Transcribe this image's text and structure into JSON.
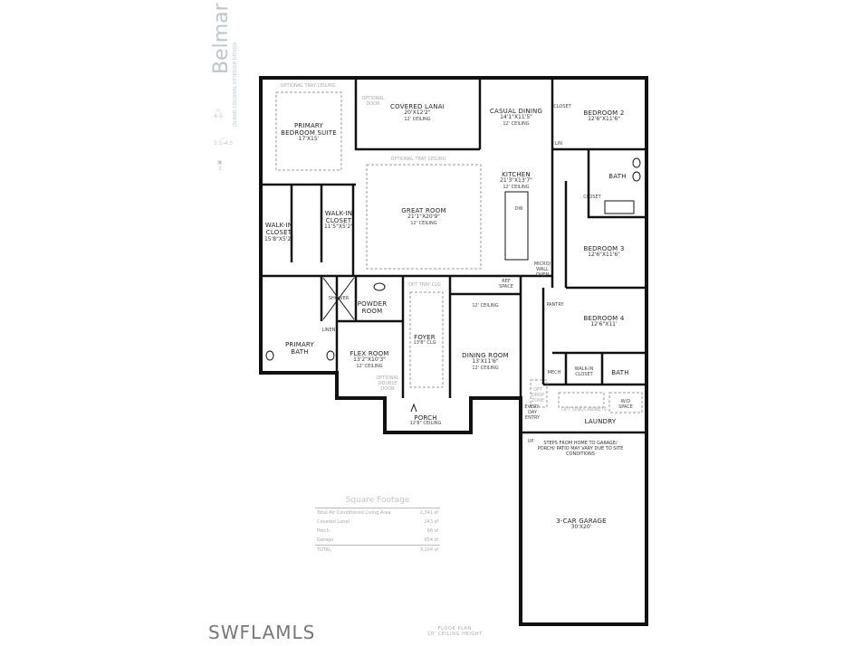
{
  "header": {
    "title": "Belmar",
    "subtitle": "ISLAND COLONIAL EXTERIOR DESIGN"
  },
  "specs": [
    {
      "icon": "bed-icon",
      "value": "4-5"
    },
    {
      "icon": "bathtub-icon",
      "value": "3.5-4.5"
    },
    {
      "icon": "garage-icon",
      "value": "3"
    }
  ],
  "rooms": {
    "primary_bedroom": {
      "name": "PRIMARY BEDROOM SUITE",
      "dim": "17'X15'",
      "note": "OPTIONAL TRAY CEILING"
    },
    "covered_lanai": {
      "name": "COVERED LANAI",
      "dim": "20'X12'2\"",
      "ceiling": "12' CEILING"
    },
    "optional_door": "OPTIONAL DOOR",
    "casual_dining": {
      "name": "CASUAL DINING",
      "dim": "14'1\"X11'5\"",
      "ceiling": "12' CEILING"
    },
    "bedroom2": {
      "name": "BEDROOM 2",
      "dim": "12'6\"X11'6\""
    },
    "closet": "CLOSET",
    "lin": "LIN",
    "bath": "BATH",
    "kitchen": {
      "name": "KITCHEN",
      "dim": "21'3\"X13'7\"",
      "ceiling": "12' CEILING"
    },
    "dw": "DW",
    "great_room": {
      "name": "GREAT ROOM",
      "dim": "21'1\"X20'9\"",
      "ceiling": "12' CEILING",
      "note": "OPTIONAL TRAY CEILING"
    },
    "wic1": {
      "name": "WALK-IN CLOSET",
      "dim": "15'8\"X5'2\""
    },
    "wic2": {
      "name": "WALK-IN CLOSET",
      "dim": "11'5\"X5'2\""
    },
    "bedroom3": {
      "name": "BEDROOM 3",
      "dim": "12'6\"X11'6\""
    },
    "micro_wall_oven": "MICRO/ WALL OVEN",
    "ref_space": "REF SPACE",
    "opt_tray_clg": "OPT TRAY CLG",
    "twelve_ceiling": "12' CEILING",
    "shower": "SHOWER",
    "powder_room": "POWDER ROOM",
    "pantry": "PANTRY",
    "bedroom4": {
      "name": "BEDROOM 4",
      "dim": "12'6\"X11'"
    },
    "linen": "LINEN",
    "primary_bath": "PRIMARY BATH",
    "flex_room": {
      "name": "FLEX ROOM",
      "dim": "13'2\"X10'3\"",
      "ceiling": "12' CEILING"
    },
    "optional_double_door": "OPTIONAL DOUBLE DOOR",
    "foyer": {
      "name": "FOYER",
      "ceiling": "13'8\" CLG"
    },
    "dining_room": {
      "name": "DINING ROOM",
      "dim": "13'X11'6\"",
      "ceiling": "12' CEILING"
    },
    "mech": "MECH",
    "walkin_closet": "WALK-IN CLOSET",
    "drop_zone": "OPT DROP ZONE",
    "opt_sink": "OPT SINK/CABINETS",
    "wd_space": "W/D SPACE",
    "everyday_entry": "EVERY-DAY ENTRY",
    "laundry": "LAUNDRY",
    "up": "UP",
    "porch": {
      "name": "PORCH",
      "ceiling": "12'8\" CEILING"
    },
    "steps_note": "STEPS FROM HOME TO GARAGE/ PORCH/ PATIO MAY VARY DUE TO SITE CONDITIONS",
    "garage": {
      "name": "3-CAR GARAGE",
      "dim": "30'X20'"
    }
  },
  "square_footage": {
    "title": "Square Footage",
    "rows": [
      {
        "label": "Total Air Conditioned Living Area",
        "value": "2,241 sf"
      },
      {
        "label": "Covered Lanai",
        "value": "243 sf"
      },
      {
        "label": "Porch",
        "value": "66 sf"
      },
      {
        "label": "Garage",
        "value": "654 sf"
      }
    ],
    "total": {
      "label": "TOTAL",
      "value": "3,204 sf"
    }
  },
  "footer": {
    "watermark": "SWFLAMLS",
    "plan_label": "FLOOR PLAN",
    "plan_height": "10' CEILING HEIGHT"
  }
}
